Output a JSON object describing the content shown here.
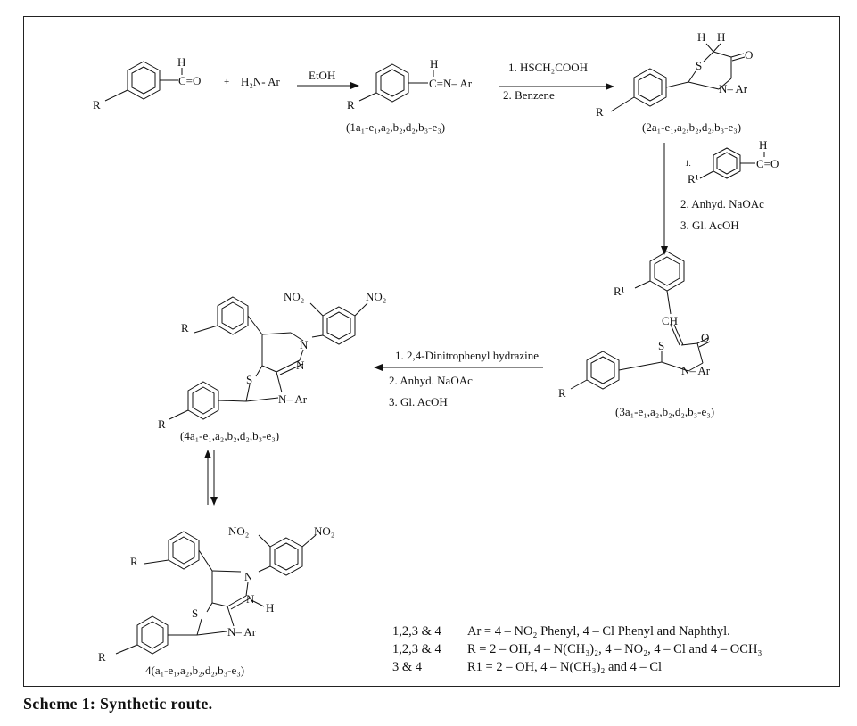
{
  "scheme": {
    "caption": "Scheme 1: Synthetic route.",
    "step1": {
      "aldehyde_H": "H",
      "aldehyde_CO": "C=O",
      "R": "R",
      "plus": "+",
      "amine": "H₂N- Ar",
      "reagent": "EtOH",
      "product_H": "H",
      "product_imine": "C=N– Ar",
      "product_R": "R",
      "product_label": "(1a₁-e₁,a₂,b₂,d₂,b₃-e₃)"
    },
    "step2": {
      "reagent_1": "1. HSCH₂COOH",
      "reagent_2": "2. Benzene",
      "H_left": "H",
      "H_right": "H",
      "S": "S",
      "O": "O",
      "N_Ar": "N– Ar",
      "R": "R",
      "product_label": "(2a₁-e₁,a₂,b₂,d₂,b₃-e₃)"
    },
    "step3": {
      "reagent_1_prefix": "1.",
      "reagent_1_R": "R¹",
      "reagent_1_H": "H",
      "reagent_1_CO": "C=O",
      "reagent_2": "2. Anhyd. NaOAc",
      "reagent_3": "3. Gl. AcOH",
      "R1": "R¹",
      "CH": "CH",
      "S": "S",
      "O": "O",
      "N_Ar": "N– Ar",
      "R": "R",
      "product_label": "(3a₁-e₁,a₂,b₂,d₂,b₃-e₃)"
    },
    "step4": {
      "reagent_1": "1. 2,4-Dinitrophenyl hydrazine",
      "reagent_2": "2. Anhyd. NaOAc",
      "reagent_3": "3. Gl. AcOH",
      "NO2_a": "NO₂",
      "NO2_b": "NO₂",
      "R_top": "R",
      "N1": "N",
      "N2": "N",
      "S": "S",
      "N_Ar": "N– Ar",
      "R_bottom": "R",
      "product_label": "(4a₁-e₁,a₂,b₂,d₂,b₃-e₃)"
    },
    "tautomer": {
      "NO2_a": "NO₂",
      "NO2_b": "NO₂",
      "R_top": "R",
      "N1": "N",
      "N2": "N",
      "H": "H",
      "S": "S",
      "N_Ar": "N– Ar",
      "R_bottom": "R",
      "product_label": "4(a₁-e₁,a₂,b₂,d₂,b₃-e₃)"
    },
    "notes": [
      {
        "compounds": "1,2,3 & 4",
        "definition": "Ar = 4 – NO₂ Phenyl, 4 – Cl Phenyl and Naphthyl."
      },
      {
        "compounds": "1,2,3 & 4",
        "definition": "R = 2 – OH, 4 – N(CH₃)₂, 4 – NO₂, 4 – Cl and 4 – OCH₃"
      },
      {
        "compounds": "3 & 4",
        "definition": "R1 = 2 – OH, 4 – N(CH₃)₂ and 4 – Cl"
      }
    ]
  }
}
